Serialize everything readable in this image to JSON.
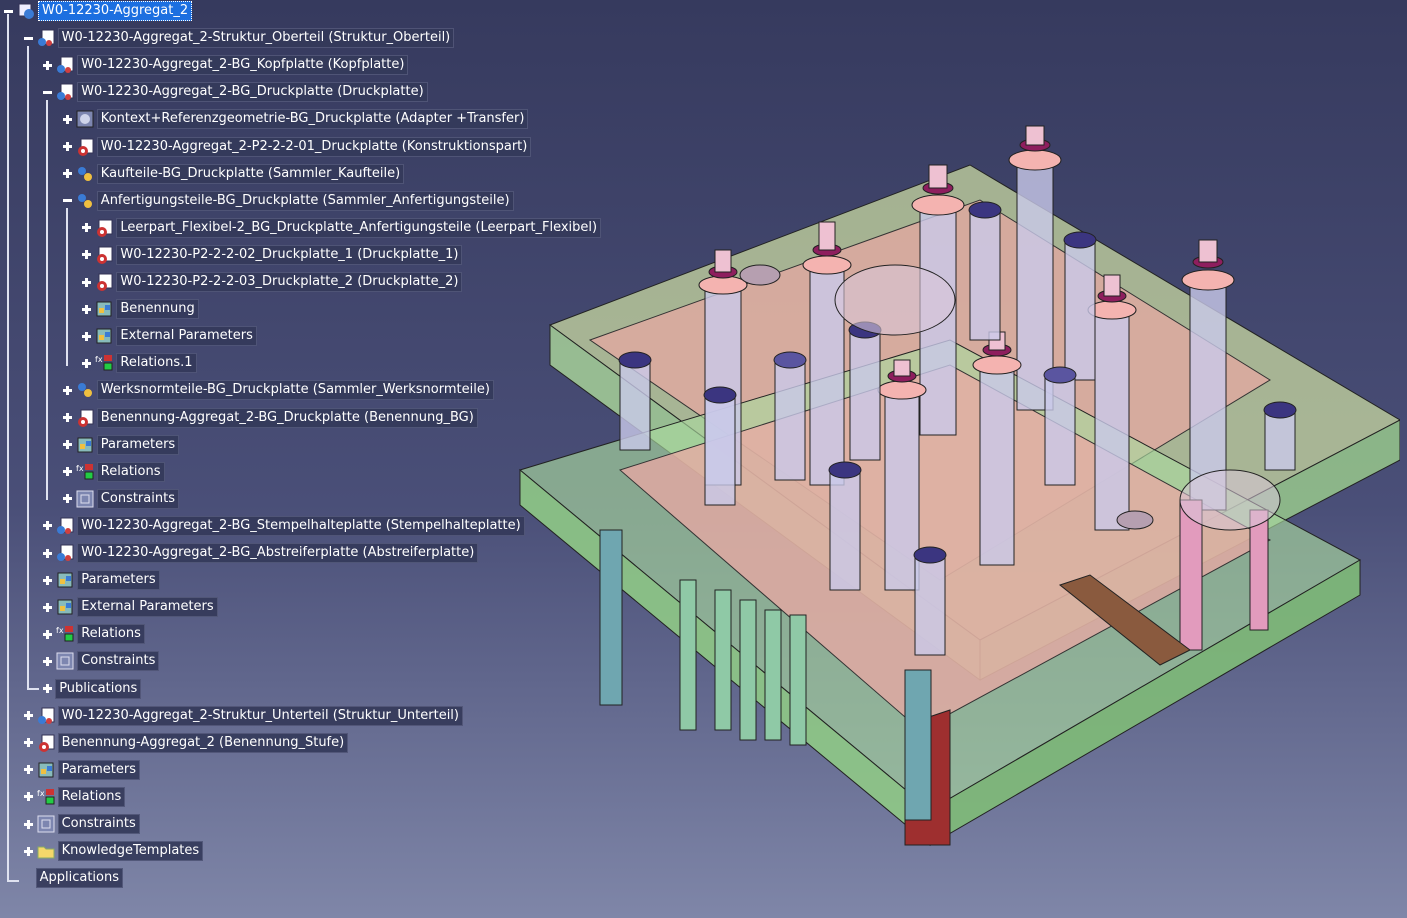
{
  "tree": {
    "rows": [
      {
        "label": "W0-12230-Aggregat_2",
        "icon": "product-root-icon",
        "selected": true
      },
      {
        "label": "W0-12230-Aggregat_2-Struktur_Oberteil (Struktur_Oberteil)",
        "icon": "product-icon"
      },
      {
        "label": "W0-12230-Aggregat_2-BG_Kopfplatte (Kopfplatte)",
        "icon": "product-icon"
      },
      {
        "label": "W0-12230-Aggregat_2-BG_Druckplatte (Druckplatte)",
        "icon": "product-icon"
      },
      {
        "label": "Kontext+Referenzgeometrie-BG_Druckplatte (Adapter +Transfer)",
        "icon": "context-part-icon"
      },
      {
        "label": "W0-12230-Aggregat_2-P2-2-2-01_Druckplatte (Konstruktionspart)",
        "icon": "part-icon"
      },
      {
        "label": "Kaufteile-BG_Druckplatte (Sammler_Kaufteile)",
        "icon": "component-icon"
      },
      {
        "label": "Anfertigungsteile-BG_Druckplatte (Sammler_Anfertigungsteile)",
        "icon": "component-icon"
      },
      {
        "label": "Leerpart_Flexibel-2_BG_Druckplatte_Anfertigungsteile (Leerpart_Flexibel)",
        "icon": "flexible-part-icon"
      },
      {
        "label": "W0-12230-P2-2-2-02_Druckplatte_1 (Druckplatte_1)",
        "icon": "flexible-part-icon"
      },
      {
        "label": "W0-12230-P2-2-2-03_Druckplatte_2 (Druckplatte_2)",
        "icon": "flexible-part-icon"
      },
      {
        "label": "Benennung",
        "icon": "parameters-icon"
      },
      {
        "label": "External Parameters",
        "icon": "parameters-icon"
      },
      {
        "label": "Relations.1",
        "icon": "relations-icon"
      },
      {
        "label": "Werksnormteile-BG_Druckplatte (Sammler_Werksnormteile)",
        "icon": "component-icon"
      },
      {
        "label": "Benennung-Aggregat_2-BG_Druckplatte (Benennung_BG)",
        "icon": "part-icon"
      },
      {
        "label": "Parameters",
        "icon": "parameters-icon"
      },
      {
        "label": "Relations",
        "icon": "relations-icon"
      },
      {
        "label": "Constraints",
        "icon": "constraints-icon"
      },
      {
        "label": "W0-12230-Aggregat_2-BG_Stempelhalteplatte (Stempelhalteplatte)",
        "icon": "product-icon"
      },
      {
        "label": "W0-12230-Aggregat_2-BG_Abstreiferplatte (Abstreiferplatte)",
        "icon": "product-icon"
      },
      {
        "label": "Parameters",
        "icon": "parameters-icon"
      },
      {
        "label": "External Parameters",
        "icon": "parameters-icon"
      },
      {
        "label": "Relations",
        "icon": "relations-icon"
      },
      {
        "label": "Constraints",
        "icon": "constraints-icon"
      },
      {
        "label": "Publications",
        "icon": "none"
      },
      {
        "label": "W0-12230-Aggregat_2-Struktur_Unterteil (Struktur_Unterteil)",
        "icon": "product-icon"
      },
      {
        "label": "Benennung-Aggregat_2 (Benennung_Stufe)",
        "icon": "part-icon"
      },
      {
        "label": "Parameters",
        "icon": "parameters-icon"
      },
      {
        "label": "Relations",
        "icon": "relations-icon"
      },
      {
        "label": "Constraints",
        "icon": "constraints-icon"
      },
      {
        "label": "KnowledgeTemplates",
        "icon": "folder-icon"
      },
      {
        "label": "Applications",
        "icon": "none"
      }
    ]
  },
  "viewport": {
    "model_name": "3d-die-assembly-model",
    "colors": {
      "background_top": "#363a5e",
      "background_bottom": "#7f86a8",
      "plate_green": "#9fd49a",
      "plate_pink": "#e8a3a0",
      "pin_lilac": "#c9c9ea",
      "pin_cap_magenta": "#8e1e5e"
    }
  }
}
